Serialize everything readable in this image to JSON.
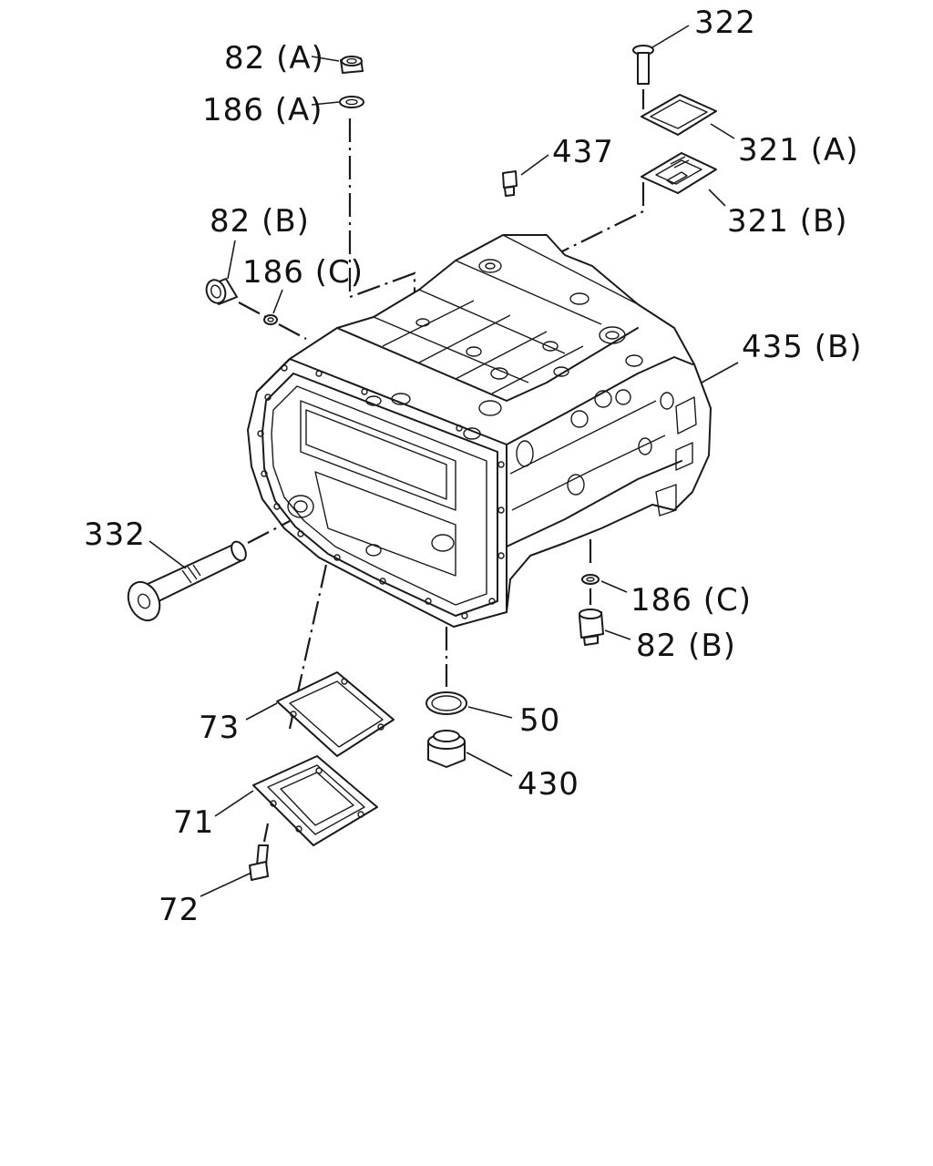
{
  "colors": {
    "line": "#1a1a1a",
    "background": "#ffffff",
    "text": "#111111"
  },
  "callouts": {
    "c322": "322",
    "c82A": "82 (A)",
    "c186A": "186 (A)",
    "c437": "437",
    "c321A": "321 (A)",
    "c321B": "321 (B)",
    "c82B_top": "82 (B)",
    "c186C_top": "186 (C)",
    "c435B": "435 (B)",
    "c332": "332",
    "c186C_bottom": "186 (C)",
    "c82B_bottom": "82 (B)",
    "c50": "50",
    "c430": "430",
    "c73": "73",
    "c71": "71",
    "c72": "72"
  }
}
